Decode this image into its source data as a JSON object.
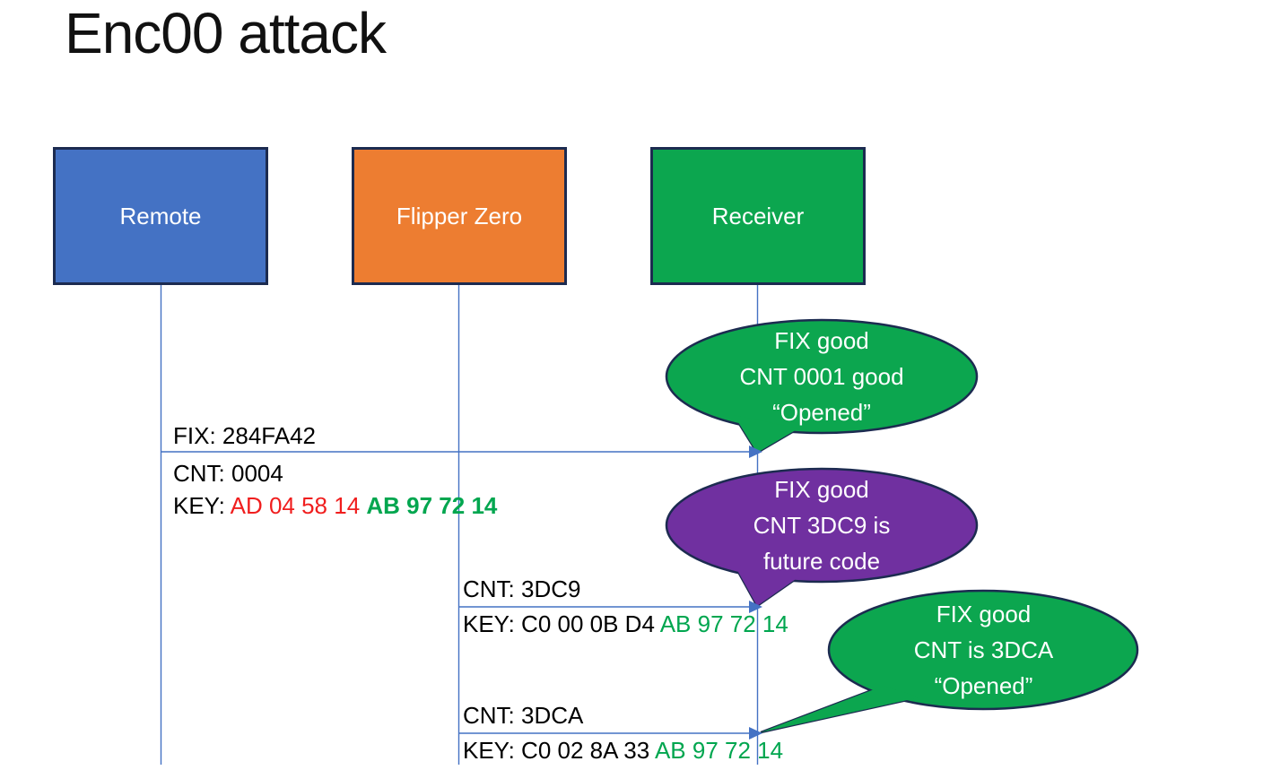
{
  "title": "Enc00 attack",
  "colors": {
    "actor_blue": "#4472C4",
    "actor_orange": "#ED7D31",
    "actor_green": "#0CA64F",
    "bubble_green": "#0CA64F",
    "bubble_purple": "#7030A0",
    "outline_navy": "#1C2B50",
    "line_blue": "#4472C4",
    "key_red": "#F01E1E",
    "key_green": "#00A64F",
    "text_white": "#FFFFFF",
    "text_black": "#000000"
  },
  "actors": [
    {
      "label": "Remote"
    },
    {
      "label": "Flipper Zero"
    },
    {
      "label": "Receiver"
    }
  ],
  "messages": {
    "m1": {
      "above": "FIX: 284FA42",
      "cnt": "CNT: 0004",
      "key_prefix": "KEY: ",
      "key_red": "AD 04 58 14 ",
      "key_green": "AB 97 72 14"
    },
    "m2": {
      "cnt": "CNT: 3DC9",
      "key_prefix": "KEY: C0 00 0B D4 ",
      "key_green": "AB 97 72 14"
    },
    "m3": {
      "cnt": "CNT: 3DCA",
      "key_prefix": "KEY: C0 02 8A 33 ",
      "key_green": "AB 97 72 14"
    }
  },
  "callouts": {
    "c1": {
      "line1": "FIX good",
      "line2": "CNT 0001 good",
      "line3": "“Opened”"
    },
    "c2": {
      "line1": "FIX good",
      "line2": "CNT 3DC9 is",
      "line3": "future code"
    },
    "c3": {
      "line1": "FIX good",
      "line2": "CNT is 3DCA",
      "line3": "“Opened”"
    }
  }
}
